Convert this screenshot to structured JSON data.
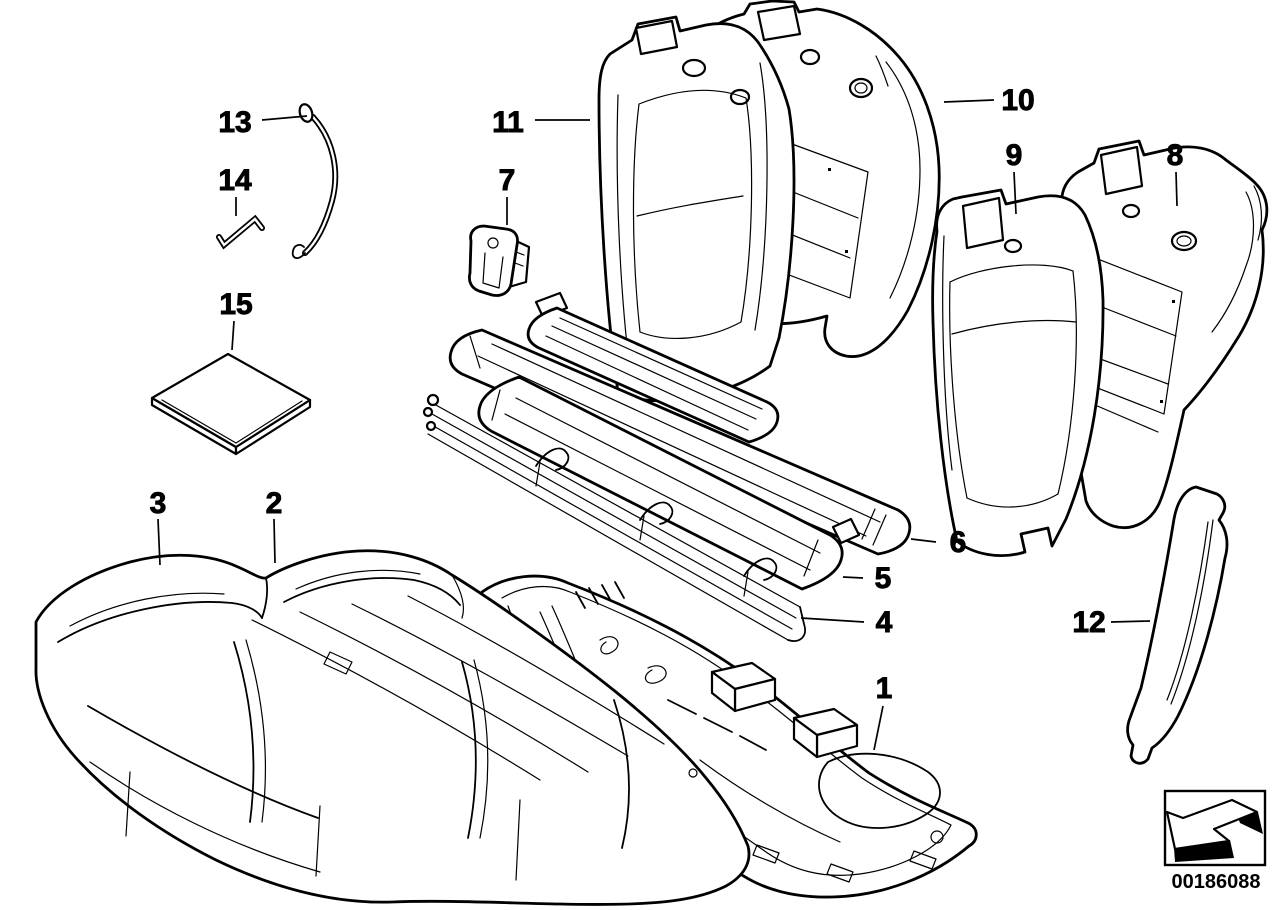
{
  "diagram": {
    "callouts": [
      "1",
      "2",
      "3",
      "4",
      "5",
      "6",
      "7",
      "8",
      "9",
      "10",
      "11",
      "12",
      "13",
      "14",
      "15"
    ],
    "diagram_number": "00186088",
    "line_color": "#000000",
    "background_color": "#ffffff",
    "nav_arrow_icon": "3d-arrow-down-left"
  }
}
